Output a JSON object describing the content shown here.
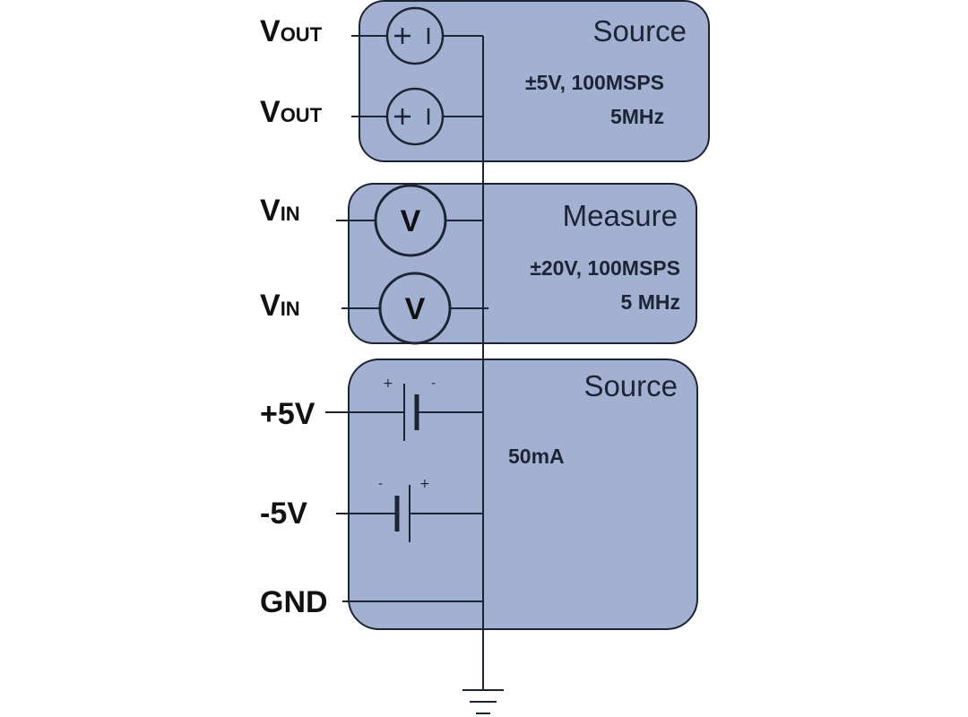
{
  "colors": {
    "block_fill": "#a2b1d1",
    "stroke": "#1d2434",
    "label": "#111111",
    "background": "#ffffff"
  },
  "source_block": {
    "title": "Source",
    "spec_line1": "±5V, 100MSPS",
    "spec_line2": "5MHz",
    "pins": [
      {
        "label": "V",
        "subscript": "OUT",
        "icon": "voltage-source-icon"
      },
      {
        "label": "V",
        "subscript": "OUT",
        "icon": "voltage-source-icon"
      }
    ]
  },
  "measure_block": {
    "title": "Measure",
    "spec_line1": "±20V, 100MSPS",
    "spec_line2": "5 MHz",
    "meter_symbol": "V",
    "pins": [
      {
        "label": "V",
        "subscript": "IN",
        "icon": "voltmeter-icon"
      },
      {
        "label": "V",
        "subscript": "IN",
        "icon": "voltmeter-icon"
      }
    ]
  },
  "supply_block": {
    "title": "Source",
    "spec": "50mA",
    "pins": [
      {
        "label": "+5V",
        "icon": "battery-icon"
      },
      {
        "label": "-5V",
        "icon": "battery-icon"
      },
      {
        "label": "GND"
      }
    ],
    "battery_signs": {
      "plus": "+",
      "minus": "-"
    }
  },
  "ground_symbol": "ground-icon"
}
